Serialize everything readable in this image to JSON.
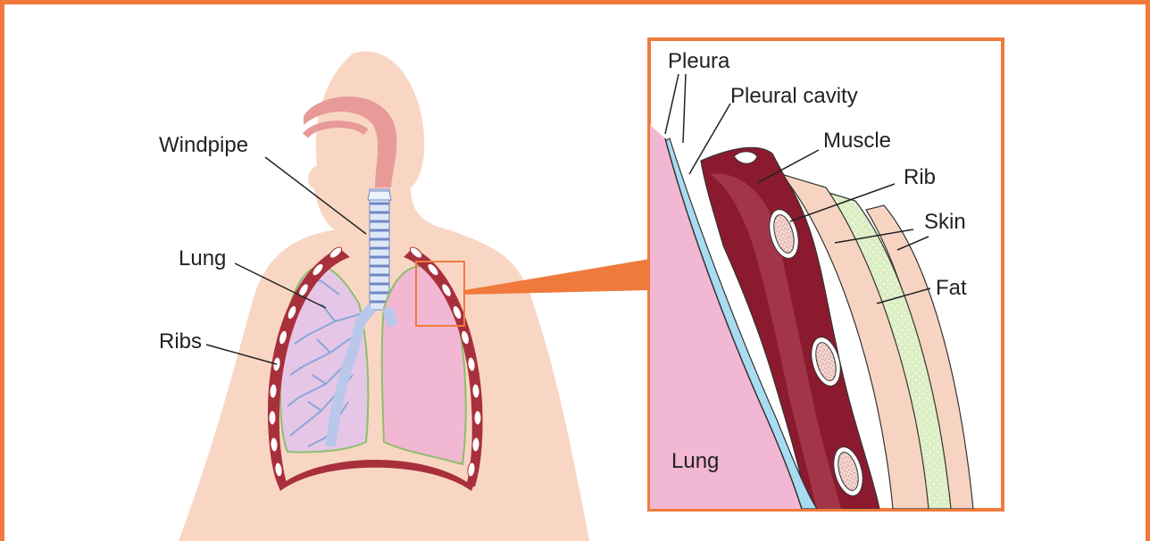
{
  "labels": {
    "windpipe": "Windpipe",
    "lung_left": "Lung",
    "ribs": "Ribs",
    "pleura": "Pleura",
    "pleural_cavity": "Pleural cavity",
    "muscle": "Muscle",
    "rib": "Rib",
    "skin": "Skin",
    "fat": "Fat",
    "lung_detail": "Lung"
  },
  "colors": {
    "frame": "#f07a3c",
    "body": "#f9d6c4",
    "lung": "#f2b7d3",
    "lung_outline": "#8cbf6a",
    "bronchi": "#8aa6d9",
    "ribs": "#a8303c",
    "pleura": "#a9dcf2",
    "muscle": "#8c1a2e",
    "fat": "#d9ebc2",
    "skin": "#f7d4c2"
  }
}
